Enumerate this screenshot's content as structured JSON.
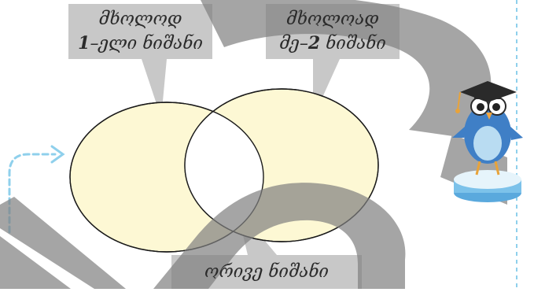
{
  "venn": {
    "left_label_line1": "მხოლოდ",
    "left_label_line2_num": "1",
    "left_label_line2_rest": "–ელი ნიშანი",
    "right_label_line1": "მხოლოად",
    "right_label_line2_pre": "მე–",
    "right_label_line2_num": "2",
    "right_label_line2_rest": " ნიშანი",
    "bottom_label": "ორივე ნიშანი",
    "circle_fill": "#fdf8d4",
    "callout_fill": "#c8c8c8",
    "watermark_color": "#808080"
  },
  "decor": {
    "mascot": "owl-graduate-icon",
    "arrow": "dashed-arrow-icon",
    "accent": "#8fd0ec"
  }
}
